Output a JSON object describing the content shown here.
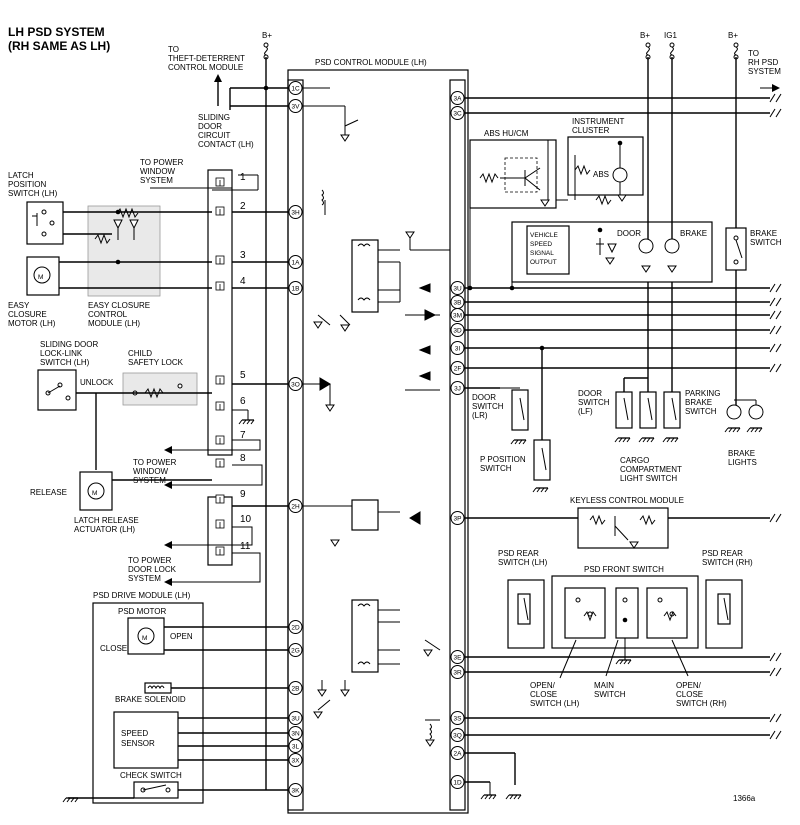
{
  "title": {
    "line1": "LH PSD SYSTEM",
    "line2": "(RH SAME AS LH)"
  },
  "figure_id": "1366a",
  "power": {
    "bplus": "B+",
    "ig1": "IG1"
  },
  "modules": {
    "control": "PSD CONTROL MODULE (LH)",
    "drive": "PSD DRIVE MODULE (LH)",
    "keyless": "KEYLESS CONTROL MODULE",
    "front_switch": "PSD FRONT SWITCH",
    "abs": "ABS HU/CM",
    "cluster": [
      "INSTRUMENT",
      "CLUSTER"
    ]
  },
  "labels": {
    "theft": [
      "TO",
      "THEFT-DETERRENT",
      "CONTROL MODULE"
    ],
    "rh_psd": [
      "TO",
      "RH PSD",
      "SYSTEM"
    ],
    "sliding_contact": [
      "SLIDING",
      "DOOR",
      "CIRCUIT",
      "CONTACT (LH)"
    ],
    "to_power_window_1": [
      "TO POWER",
      "WINDOW",
      "SYSTEM"
    ],
    "to_power_window_2": [
      "TO POWER",
      "WINDOW",
      "SYSTEM"
    ],
    "to_power_door_lock": [
      "TO POWER",
      "DOOR LOCK",
      "SYSTEM"
    ],
    "latch_position": [
      "LATCH",
      "POSITION",
      "SWITCH (LH)"
    ],
    "easy_motor": [
      "EASY",
      "CLOSURE",
      "MOTOR (LH)"
    ],
    "easy_module": [
      "EASY CLOSURE",
      "CONTROL",
      "MODULE (LH)"
    ],
    "lock_link": [
      "SLIDING DOOR",
      "LOCK-LINK",
      "SWITCH (LH)"
    ],
    "child_lock": [
      "CHILD",
      "SAFETY LOCK"
    ],
    "unlock": "UNLOCK",
    "release": "RELEASE",
    "latch_actuator": [
      "LATCH RELEASE",
      "ACTUATOR (LH)"
    ],
    "psd_motor": "PSD MOTOR",
    "open": "OPEN",
    "close": "CLOSE",
    "brake_solenoid": "BRAKE SOLENOID",
    "speed_sensor": [
      "SPEED",
      "SENSOR"
    ],
    "check_switch": "CHECK SWITCH",
    "vss_output": [
      "VEHICLE",
      "SPEED",
      "SIGNAL",
      "OUTPUT"
    ],
    "abs_lamp": "ABS",
    "door_lamp": "DOOR",
    "brake_lamp": "BRAKE",
    "brake_switch": [
      "BRAKE",
      "SWITCH"
    ],
    "door_switch_lr": [
      "DOOR",
      "SWITCH",
      "(LR)"
    ],
    "p_position": [
      "P POSITION",
      "SWITCH"
    ],
    "door_switch_lf": [
      "DOOR",
      "SWITCH",
      "(LF)"
    ],
    "parking_brake": [
      "PARKING",
      "BRAKE",
      "SWITCH"
    ],
    "cargo": [
      "CARGO",
      "COMPARTMENT",
      "LIGHT SWITCH"
    ],
    "brake_lights": [
      "BRAKE",
      "LIGHTS"
    ],
    "rear_sw_lh": [
      "PSD REAR",
      "SWITCH (LH)"
    ],
    "rear_sw_rh": [
      "PSD REAR",
      "SWITCH (RH)"
    ],
    "open_close_lh": [
      "OPEN/",
      "CLOSE",
      "SWITCH (LH)"
    ],
    "main_switch": [
      "MAIN",
      "SWITCH"
    ],
    "open_close_rh": [
      "OPEN/",
      "CLOSE",
      "SWITCH (RH)"
    ]
  },
  "contact_numbers": [
    "1",
    "2",
    "3",
    "4",
    "5",
    "6",
    "7",
    "8",
    "9",
    "10",
    "11"
  ],
  "left_pins": [
    "1C",
    "3V",
    "3H",
    "1A",
    "1B",
    "3O",
    "2H",
    "2D",
    "2G",
    "2B",
    "3U",
    "3N",
    "3L",
    "3X",
    "3K"
  ],
  "right_pins": [
    "3A",
    "3C",
    "3U",
    "3B",
    "3M",
    "3D",
    "3I",
    "2F",
    "3J",
    "3P",
    "3E",
    "3R",
    "3S",
    "3Q",
    "2A",
    "1D"
  ]
}
